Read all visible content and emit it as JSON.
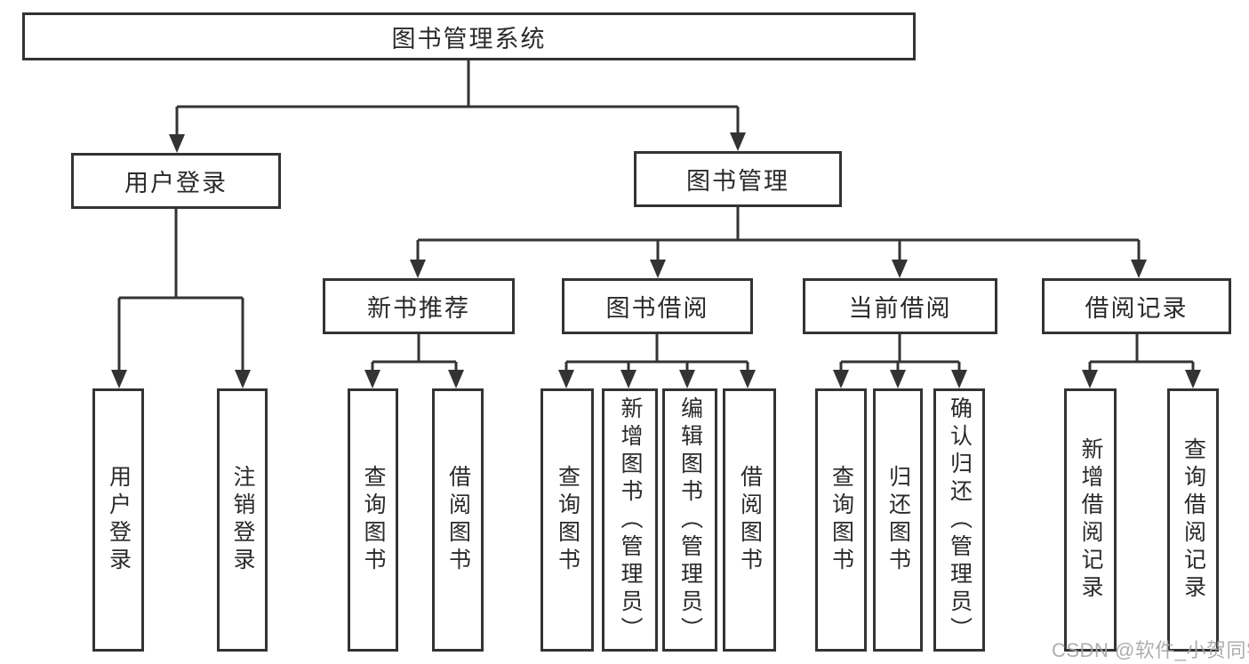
{
  "diagram": {
    "root": {
      "label": "图书管理系统"
    },
    "branches": [
      {
        "label": "用户登录",
        "children": [
          {
            "label": "用户登录"
          },
          {
            "label": "注销登录"
          }
        ]
      },
      {
        "label": "图书管理",
        "children": [
          {
            "label": "新书推荐",
            "children": [
              {
                "label": "查询图书"
              },
              {
                "label": "借阅图书"
              }
            ]
          },
          {
            "label": "图书借阅",
            "children": [
              {
                "label": "查询图书"
              },
              {
                "label": "新增图书（管理员）"
              },
              {
                "label": "编辑图书（管理员）"
              },
              {
                "label": "借阅图书"
              }
            ]
          },
          {
            "label": "当前借阅",
            "children": [
              {
                "label": "查询图书"
              },
              {
                "label": "归还图书"
              },
              {
                "label": "确认归还（管理员）"
              }
            ]
          },
          {
            "label": "借阅记录",
            "children": [
              {
                "label": "新增借阅记录"
              },
              {
                "label": "查询借阅记录"
              }
            ]
          }
        ]
      }
    ],
    "watermark": "CSDN @软件_小贺同学",
    "colors": {
      "line": "#333333",
      "text": "#2a2a2a",
      "watermark": "#a6a6a6",
      "background": "#ffffff"
    }
  }
}
